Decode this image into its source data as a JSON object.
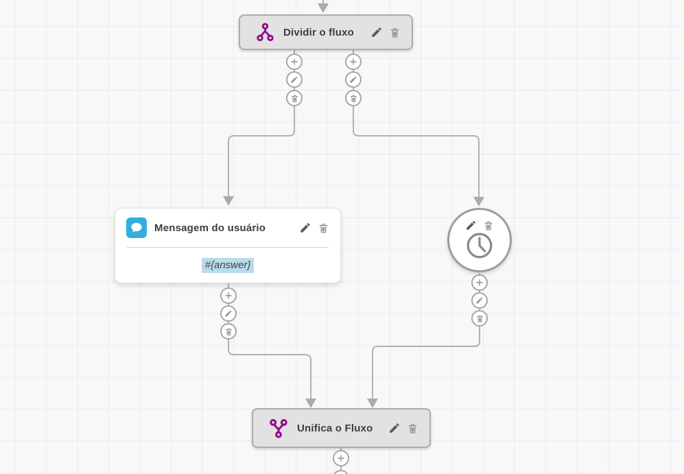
{
  "canvas": {
    "background_color": "#f8f8f9",
    "grid_line_color": "#e9eaf3"
  },
  "colors": {
    "accent_purple": "#8e0d8e",
    "message_icon_blue": "#33aede",
    "variable_highlight_blue": "#b9dcec",
    "node_fill_gray": "#e2e2e2",
    "connector_gray": "#b1b1b1"
  },
  "nodes": {
    "split": {
      "title": "Dividir o fluxo",
      "icon": "split-flow-icon"
    },
    "user_message": {
      "title": "Mensagem do usuário",
      "variable": "#{answer}",
      "icon": "chat-bubble-icon"
    },
    "timer": {
      "icon": "clock-icon"
    },
    "merge": {
      "title": "Unifica o Fluxo",
      "icon": "merge-flow-icon"
    }
  },
  "node_controls": {
    "add_icon": "plus-icon",
    "edit_icon": "pencil-icon",
    "delete_icon": "trash-icon"
  }
}
